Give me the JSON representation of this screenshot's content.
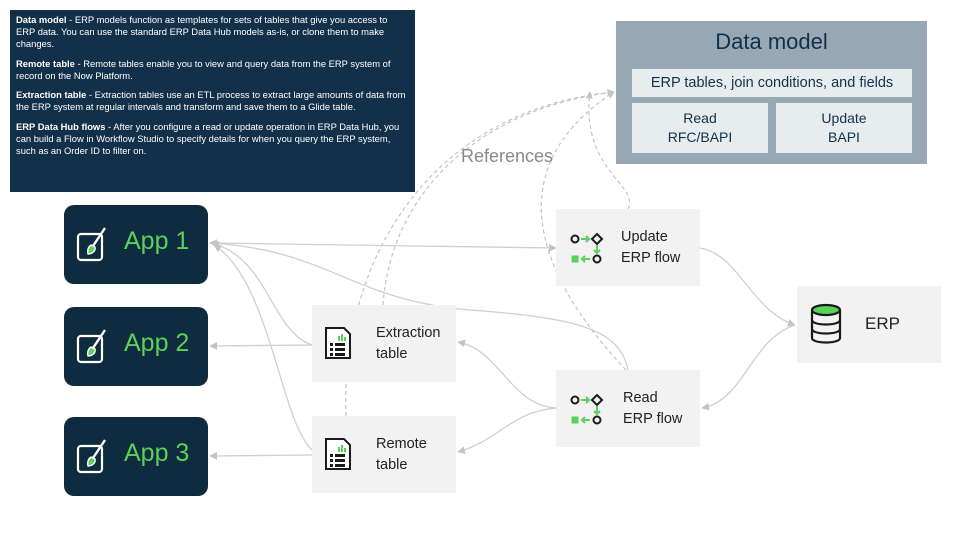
{
  "info": {
    "items": [
      {
        "term": "Data model",
        "text": " - ERP models function as templates for sets of tables that give you access to ERP data. You can use the standard ERP Data Hub models as-is, or clone them to make changes."
      },
      {
        "term": "Remote table",
        "text": " - Remote tables enable you to view and query data from the ERP system of record on the Now Platform."
      },
      {
        "term": "Extraction table",
        "text": " - Extraction tables use an ETL process to extract large amounts of data from the ERP system at regular intervals and transform and save them to a Glide table."
      },
      {
        "term": "ERP Data Hub flows",
        "text": " - After you configure a read or update operation in ERP Data Hub, you can build a Flow in Workflow Studio to specify details for when you query the ERP system, such as an Order ID to filter on."
      }
    ]
  },
  "data_model": {
    "title": "Data model",
    "strip": "ERP tables, join conditions, and fields",
    "read": {
      "line1": "Read",
      "line2": "RFC/BAPI"
    },
    "update": {
      "line1": "Update",
      "line2": "BAPI"
    }
  },
  "references_label": "References",
  "apps": [
    {
      "label": "App 1"
    },
    {
      "label": "App 2"
    },
    {
      "label": "App 3"
    }
  ],
  "nodes": {
    "extraction": {
      "line1": "Extraction",
      "line2": "table"
    },
    "remote": {
      "line1": "Remote",
      "line2": "table"
    },
    "update_flow": {
      "line1": "Update",
      "line2": "ERP flow"
    },
    "read_flow": {
      "line1": "Read",
      "line2": "ERP flow"
    },
    "erp": {
      "label": "ERP"
    }
  },
  "colors": {
    "navy": "#13304a",
    "app_bg": "#0f2b3f",
    "accent_green": "#5ad15a",
    "panel_gray": "#97a8b4",
    "node_bg": "#f2f2f2",
    "line_gray": "#c9c9c9"
  },
  "icons": {
    "app": "paintbrush-app-icon",
    "table": "spreadsheet-icon",
    "flow": "flow-icon",
    "erp": "database-icon"
  }
}
